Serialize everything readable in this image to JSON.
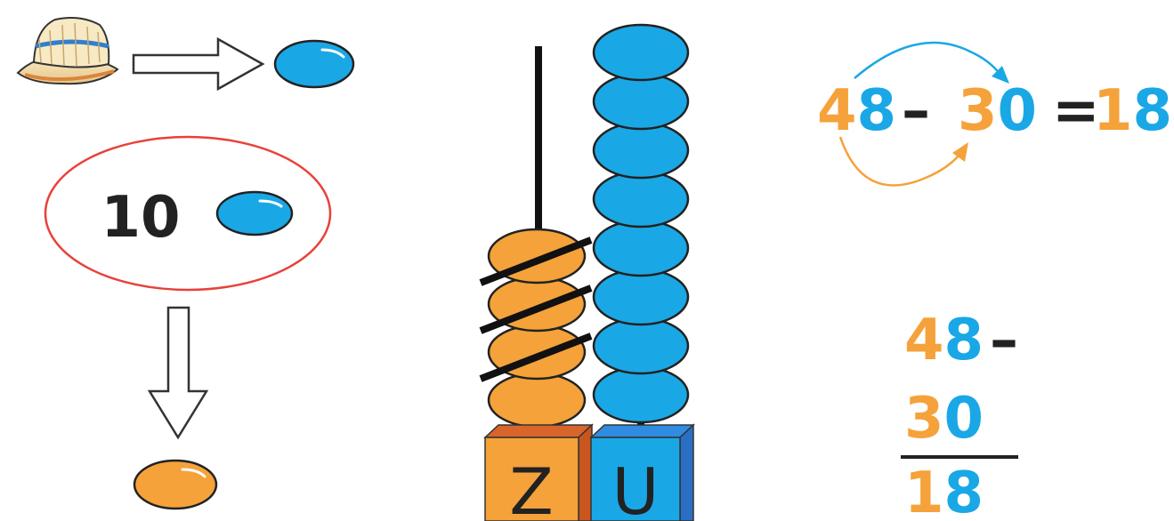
{
  "colors": {
    "orange": "#F5A23A",
    "blue": "#1AA7E6",
    "dark": "#222222",
    "red_outline": "#E8413A",
    "box_orange": "#F5A23A",
    "box_blue": "#1AA7E6"
  },
  "equivalence": {
    "ten_label": "10"
  },
  "abacus": {
    "tens_label": "Z",
    "units_label": "U",
    "tens_beads": 4,
    "tens_beads_crossed": 3,
    "unit_beads": 8
  },
  "equation": {
    "a_tens": "4",
    "a_units": "8",
    "minus": "–",
    "b_tens": "3",
    "b_units": "0",
    "equals": "=",
    "r_tens": "1",
    "r_units": "8"
  },
  "column": {
    "a_tens": "4",
    "a_units": "8",
    "minus": "–",
    "b_tens": "3",
    "b_units": "0",
    "r_tens": "1",
    "r_units": "8"
  }
}
